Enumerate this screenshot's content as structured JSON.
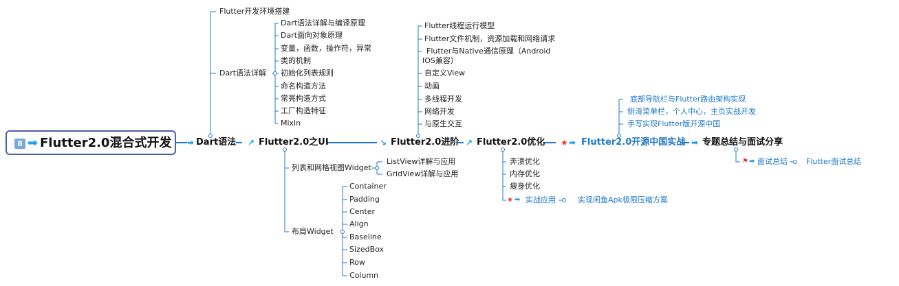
{
  "root": {
    "badge": "8",
    "title": "Flutter2.0混合式开发"
  },
  "main_nodes": {
    "dart": "Dart语法",
    "ui": "Flutter2.0之UI",
    "advanced": "Flutter2.0进阶",
    "optimize": "Flutter2.0优化",
    "osc": "Flutter2.0开源中国实战",
    "summary": "专题总结与面试分享"
  },
  "dart_branch": {
    "env": "Flutter开发环境搭建",
    "syntax_label": "Dart语法详解",
    "items": [
      "Dart语法详解与编译原理",
      "Dart面向对象原理",
      "变量，函数，操作符，异常",
      "类的机制",
      "初始化列表规则",
      "命名构造方法",
      "常亮构造方式",
      "工厂构造特征",
      "Mixin"
    ]
  },
  "ui_branch": {
    "list_label": "列表和网格视图Widget",
    "list_items": [
      "ListView详解与应用",
      "GridView详解与应用"
    ],
    "layout_label": "布局Widget",
    "layout_items": [
      "Container",
      "Padding",
      "Center",
      "Align",
      "Baseline",
      "SizedBox",
      "Row",
      "Column"
    ]
  },
  "advanced_branch": {
    "items": [
      "Flutter线程运行模型",
      "Flutter文件机制，资源加载和网络请求",
      "Flutter与Native通信原理（Android",
      "IOS兼容）",
      "自定义View",
      "动画",
      "多线程开发",
      "网络开发",
      "与原生交互"
    ]
  },
  "optimize_branch": {
    "items": [
      "奔溃优化",
      "内存优化",
      "瘦身优化"
    ],
    "practice": "实战应用",
    "practice_detail": "实现闲鱼Apk极限压缩方案"
  },
  "osc_branch": {
    "items": [
      "底部导航栏与Flutter路由架构实现",
      "侧滑菜单栏，个人中心，主页实战开发",
      "手写实现Flutter版开源中国"
    ]
  },
  "summary_branch": {
    "interview": "面试总结",
    "interview_detail": "Flutter面试总结"
  },
  "colors": {
    "line": "#1e78c8",
    "accent": "#1ea1f2",
    "star": "#e53935",
    "root_border": "#4a5fb0",
    "badge": "#7aa8d8"
  }
}
